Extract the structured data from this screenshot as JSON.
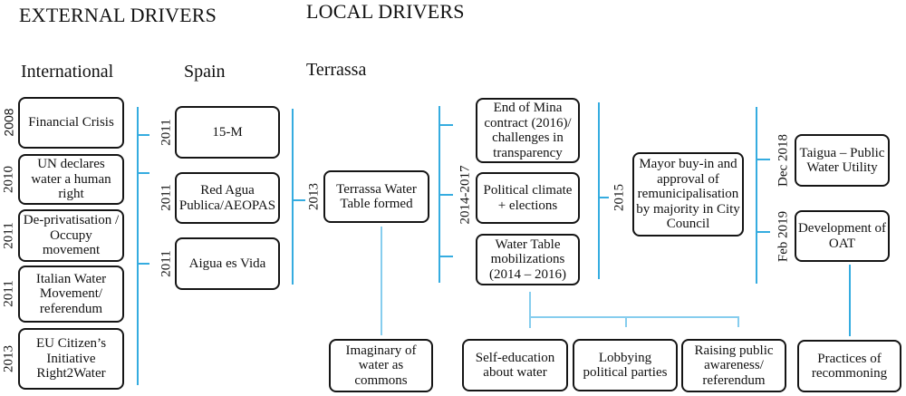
{
  "headers": {
    "external": "EXTERNAL DRIVERS",
    "local": "LOCAL DRIVERS"
  },
  "columns": {
    "international": "International",
    "spain": "Spain",
    "terrassa": "Terrassa"
  },
  "international": [
    {
      "year": "2008",
      "text": "Financial Crisis"
    },
    {
      "year": "2010",
      "text": "UN declares\nwater a human\nright"
    },
    {
      "year": "2011",
      "text": "De-privatisation /\nOccupy\nmovement"
    },
    {
      "year": "2011",
      "text": "Italian Water\nMovement/\nreferendum"
    },
    {
      "year": "2013",
      "text": "EU Citizen’s\nInitiative\nRight2Water"
    }
  ],
  "spain": [
    {
      "year": "2011",
      "text": "15-M"
    },
    {
      "year": "2011",
      "text": "Red Agua\nPublica/AEOPAS"
    },
    {
      "year": "2011",
      "text": "Aigua es Vida"
    }
  ],
  "terrassa": {
    "water_table": {
      "year": "2013",
      "text": "Terrassa Water\nTable formed"
    },
    "period_year": "2014-2017",
    "period_events": [
      {
        "text": "End of Mina\ncontract (2016)/\nchallenges in\ntransparency"
      },
      {
        "text": "Political climate\n+ elections"
      },
      {
        "text": "Water Table\nmobilizations\n(2014 – 2016)"
      }
    ],
    "mayor": {
      "year": "2015",
      "text": "Mayor buy-in and\napproval of\nremunicipalisation\nby majority in City\nCouncil"
    },
    "outcomes": [
      {
        "year": "Dec 2018",
        "text": "Taigua – Public\nWater Utility"
      },
      {
        "year": "Feb 2019",
        "text": "Development of\nOAT"
      }
    ]
  },
  "practices": [
    {
      "text": "Imaginary of\nwater as\ncommons"
    },
    {
      "text": "Self-education\nabout water"
    },
    {
      "text": "Lobbying\npolitical parties"
    },
    {
      "text": "Raising public\nawareness/\nreferendum"
    },
    {
      "text": "Practices of\nrecommoning"
    }
  ]
}
